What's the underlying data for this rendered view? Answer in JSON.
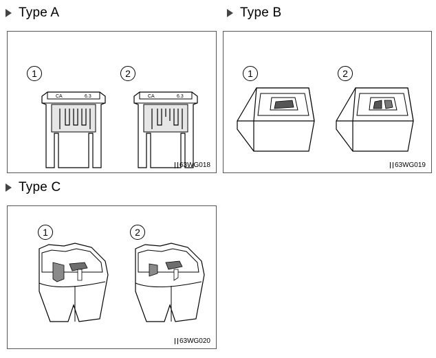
{
  "sections": {
    "a": {
      "title": "Type A",
      "code": "63WG018",
      "label1": "1",
      "label2": "2"
    },
    "b": {
      "title": "Type B",
      "code": "63WG019",
      "label1": "1",
      "label2": "2"
    },
    "c": {
      "title": "Type C",
      "code": "63WG020",
      "label1": "1",
      "label2": "2"
    }
  },
  "fuse_embossing": {
    "left": "CA",
    "right": "6.3"
  },
  "icons": [
    "triangle-bullet-icon",
    "fuse-type-a-icon",
    "fuse-type-b-icon",
    "fuse-type-c-icon"
  ]
}
